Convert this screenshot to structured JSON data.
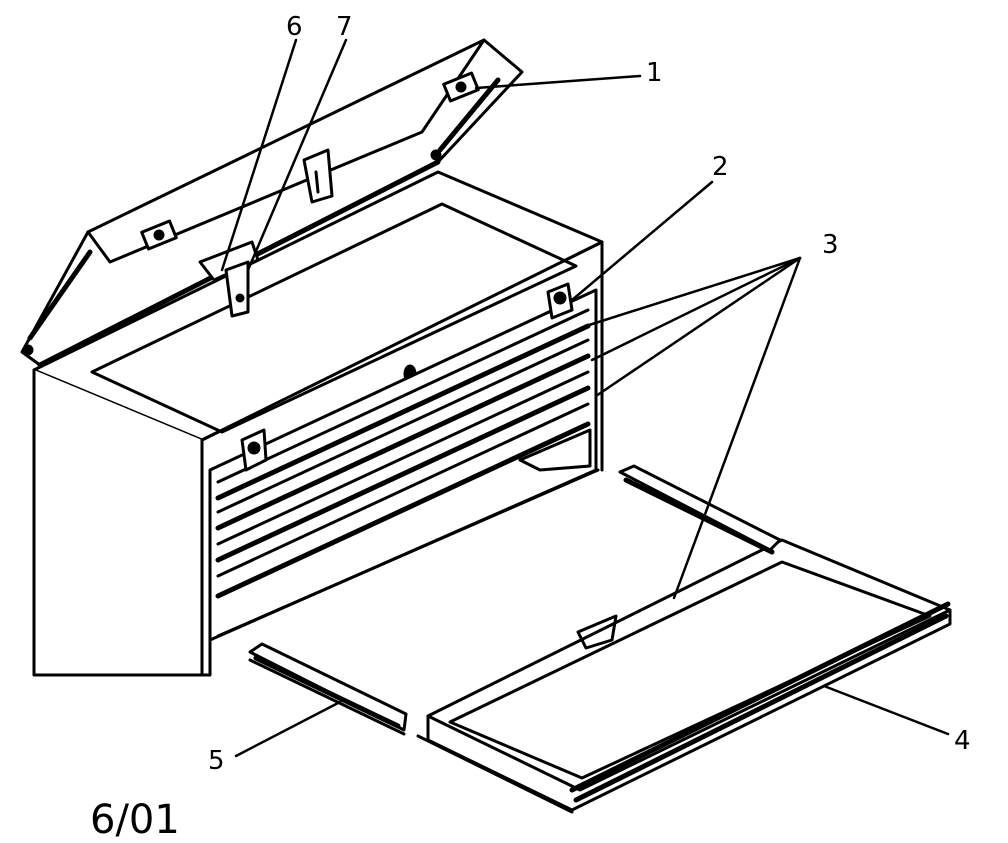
{
  "callouts": {
    "c1": "1",
    "c2": "2",
    "c3": "3",
    "c4": "4",
    "c5": "5",
    "c6": "6",
    "c7": "7"
  },
  "date_stamp": "6/01",
  "colors": {
    "ink": "#000000",
    "paper": "#ffffff"
  }
}
